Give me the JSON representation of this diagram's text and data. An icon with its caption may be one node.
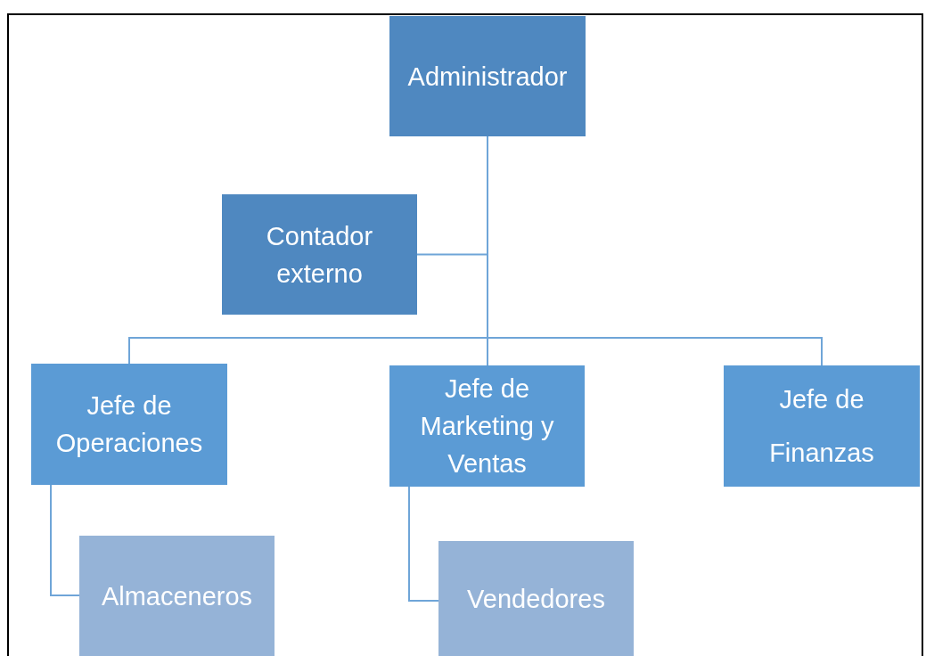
{
  "diagram": {
    "nodes": [
      {
        "text": [
          "Administrador"
        ]
      },
      {
        "text": [
          "Contador externo"
        ]
      },
      {
        "text": [
          "Jefe de Operaciones"
        ]
      },
      {
        "text": [
          "Jefe de Marketing y Ventas"
        ]
      },
      {
        "text": [
          "Jefe de Finanzas"
        ]
      },
      {
        "text": [
          "Almaceneros"
        ]
      },
      {
        "text": [
          "Vendedores"
        ]
      }
    ],
    "edges": [
      {
        "from": 0,
        "to": 1,
        "arrow": "none"
      },
      {
        "from": 0,
        "to": 2,
        "arrow": "none"
      },
      {
        "from": 0,
        "to": 3,
        "arrow": "none"
      },
      {
        "from": 0,
        "to": 4,
        "arrow": "none"
      },
      {
        "from": 2,
        "to": 5,
        "arrow": "none"
      },
      {
        "from": 3,
        "to": 6,
        "arrow": "none"
      }
    ]
  }
}
